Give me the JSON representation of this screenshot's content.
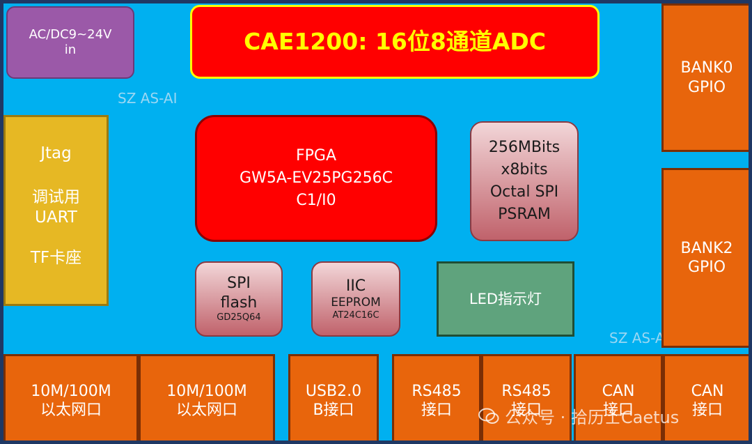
{
  "title": "CAE1200: 16位8通道ADC",
  "power": {
    "line1": "AC/DC9~24V",
    "line2": "in"
  },
  "watermarks": [
    "SZ AS-AI",
    "SZ AS-AI"
  ],
  "left_panel": {
    "jtag": "Jtag",
    "debug": "调试用",
    "uart": "UART",
    "tf": "TF卡座"
  },
  "fpga": {
    "line1": "FPGA",
    "line2": "GW5A-EV25PG256C",
    "line3": "C1/I0"
  },
  "psram": {
    "line1": "256MBits",
    "line2": "x8bits",
    "line3": "Octal SPI",
    "line4": "PSRAM"
  },
  "spi_flash": {
    "line1": "SPI",
    "line2": "flash",
    "line3": "GD25Q64"
  },
  "iic": {
    "line1": "IIC",
    "line2": "EEPROM",
    "line3": "AT24C16C"
  },
  "led": {
    "label": "LED指示灯"
  },
  "bank0": {
    "line1": "BANK0",
    "line2": "GPIO"
  },
  "bank2": {
    "line1": "BANK2",
    "line2": "GPIO"
  },
  "ports": [
    {
      "line1": "10M/100M",
      "line2": "以太网口"
    },
    {
      "line1": "10M/100M",
      "line2": "以太网口"
    },
    {
      "line1": "USB2.0",
      "line2": "B接口"
    },
    {
      "line1": "RS485",
      "line2": "接口"
    },
    {
      "line1": "RS485",
      "line2": "接口"
    },
    {
      "line1": "CAN",
      "line2": "接口"
    },
    {
      "line1": "CAN",
      "line2": "接口"
    }
  ],
  "social_watermark": "公众号 · 拾历士Caetus",
  "colors": {
    "board": "#00B0F0",
    "orange": "#E8650C",
    "red": "#FF0000",
    "title_text": "#FFFF00",
    "purple": "#9B59A8",
    "yellow": "#E6B824",
    "green": "#5FA37D",
    "pink_top": "#f2d6d8",
    "pink_bottom": "#c0626b"
  }
}
